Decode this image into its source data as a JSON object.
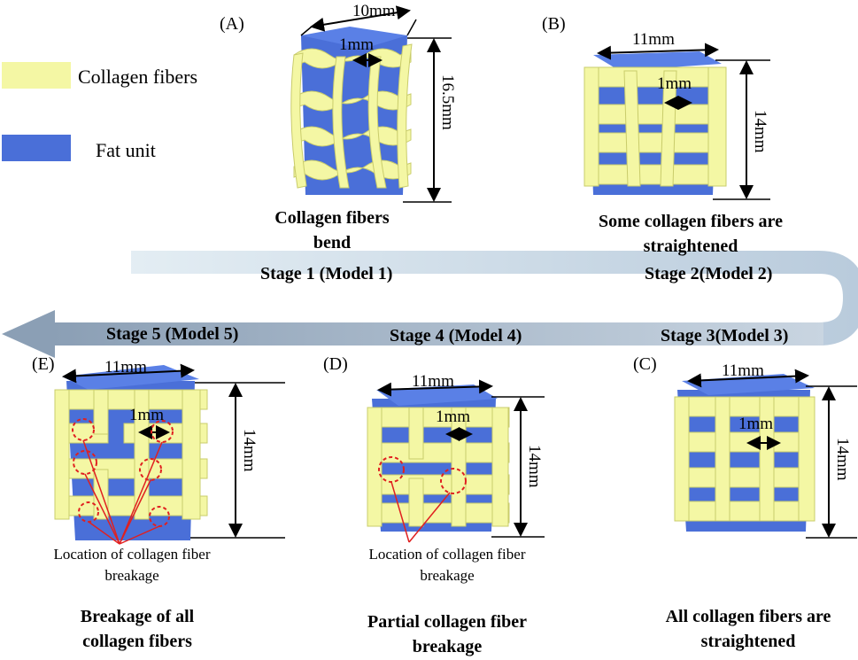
{
  "legend": {
    "collagen_label": "Collagen fibers",
    "fat_label": "Fat unit",
    "collagen_color": "#f4f7a4",
    "fat_color": "#4a6fd8"
  },
  "panels": {
    "A": {
      "letter": "(A)",
      "width": "10mm",
      "gap": "1mm",
      "height": "16.5mm",
      "caption": [
        "Collagen fibers",
        "bend"
      ]
    },
    "B": {
      "letter": "(B)",
      "width": "11mm",
      "gap": "1mm",
      "height": "14mm",
      "caption": [
        "Some collagen fibers are",
        "straightened"
      ]
    },
    "C": {
      "letter": "(C)",
      "width": "11mm",
      "gap": "1mm",
      "height": "14mm",
      "caption": [
        "All collagen fibers are",
        "straightened"
      ]
    },
    "D": {
      "letter": "(D)",
      "width": "11mm",
      "gap": "1mm",
      "height": "14mm",
      "caption": [
        "Partial collagen fiber",
        "breakage"
      ],
      "location": [
        "Location of collagen fiber",
        "breakage"
      ]
    },
    "E": {
      "letter": "(E)",
      "width": "11mm",
      "gap": "1mm",
      "height": "14mm",
      "caption": [
        "Breakage of all",
        "collagen fibers"
      ],
      "location": [
        "Location of collagen fiber",
        "breakage"
      ]
    }
  },
  "stages": {
    "s1": "Stage 1 (Model 1)",
    "s2": "Stage 2(Model 2)",
    "s3": "Stage 3(Model 3)",
    "s4": "Stage 4 (Model 4)",
    "s5": "Stage 5  (Model 5)"
  },
  "colors": {
    "arrow": "#8fa3b8",
    "break_circle": "#e02020",
    "dim_line": "#000000"
  }
}
